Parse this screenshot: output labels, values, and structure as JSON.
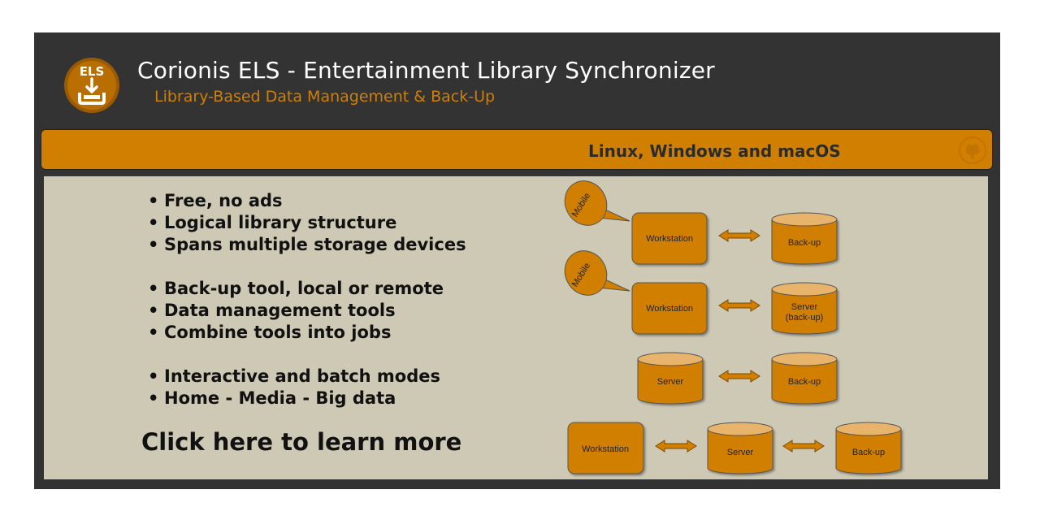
{
  "header": {
    "logo_text": "ELS",
    "title": "Corionis ELS - Entertainment Library Synchronizer",
    "subtitle": "Library-Based Data Management & Back-Up"
  },
  "banner": {
    "platforms": "Linux, Windows and macOS",
    "icon": "github-icon"
  },
  "features": [
    "Free, no ads",
    "Logical library structure",
    "Spans multiple storage devices",
    "Back-up tool, local or remote",
    "Data management tools",
    "Combine tools into jobs",
    "Interactive and batch modes",
    "Home - Media - Big data"
  ],
  "bullet": "•",
  "cta": "Click here to learn more",
  "diagram": {
    "mobile": "Mobile",
    "workstation": "Workstation",
    "backup": "Back-up",
    "server": "Server",
    "server_backup_line1": "Server",
    "server_backup_line2": "(back-up)"
  },
  "colors": {
    "panel": "#333333",
    "accent": "#d17f00",
    "content_bg": "#cdc9b4",
    "cylinder_top": "#e8b36a"
  }
}
